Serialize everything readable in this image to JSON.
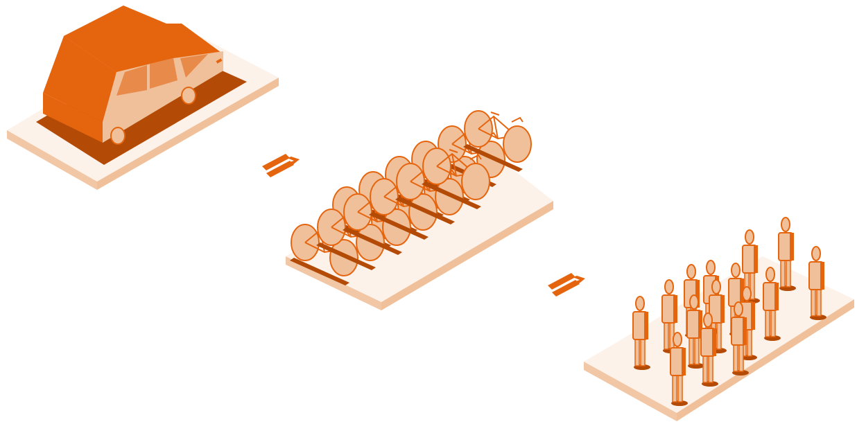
{
  "illustration": {
    "groups": [
      {
        "id": "car",
        "kind": "car",
        "count": 1
      },
      {
        "id": "bicycles",
        "kind": "bicycle",
        "count": 12
      },
      {
        "id": "people",
        "kind": "person",
        "count": 15
      }
    ],
    "connectors": [
      {
        "from": "car",
        "to": "bicycles",
        "symbol": "equals-arrow"
      },
      {
        "from": "bicycles",
        "to": "people",
        "symbol": "equals-arrow"
      }
    ]
  },
  "colors": {
    "primary": "#E5650F",
    "dark": "#B34A06",
    "light": "#F0C09A",
    "pale": "#FDF2EA",
    "edge": "#F2C7A6",
    "window": "#E88A4A"
  }
}
